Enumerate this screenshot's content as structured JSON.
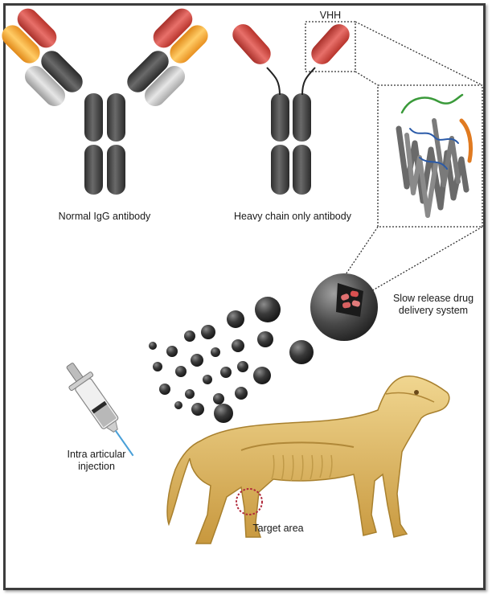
{
  "labels": {
    "vhh": "VHH",
    "igg": "Normal IgG antibody",
    "hcab": "Heavy chain only antibody",
    "slow_release": [
      "Slow release drug",
      "delivery system"
    ],
    "injection": [
      "Intra articular",
      "injection"
    ],
    "target": "Target area"
  },
  "icons": {
    "syringe": "syringe-icon",
    "dog": "dog-skeleton-illustration",
    "protein": "vhh-protein-ribbon-structure"
  },
  "colors": {
    "heavy_chain": "#4a4a4a",
    "light_chain": "#c8c8c8",
    "variable_red": "#c8423a",
    "variable_orange": "#f0a030",
    "dog_body": "#d9b060",
    "target_circle": "#b0283a"
  }
}
